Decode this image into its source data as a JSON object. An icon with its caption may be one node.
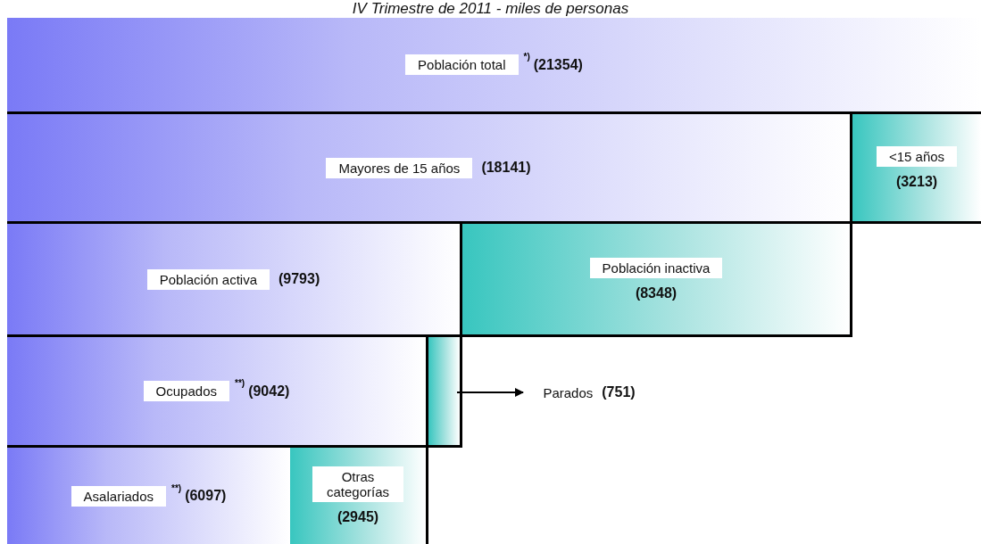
{
  "diagram": {
    "title": "IV Trimestre de 2011 - miles de personas",
    "nodes": [
      {
        "text": [
          "Población total",
          "*)",
          "(21354)"
        ]
      },
      {
        "text": [
          "Mayores de 15 años",
          "(18141)"
        ]
      },
      {
        "text": [
          "<15 años",
          "(3213)"
        ]
      },
      {
        "text": [
          "Población activa",
          "(9793)"
        ]
      },
      {
        "text": [
          "Población inactiva",
          "(8348)"
        ]
      },
      {
        "text": [
          "Ocupados",
          "**)",
          "(9042)"
        ]
      },
      {
        "text": [],
        "shape": "bar"
      },
      {
        "text": [
          "Parados",
          "(751)"
        ]
      },
      {
        "text": [
          "Asalariados",
          "**)",
          "(6097)"
        ]
      },
      {
        "text": [
          "Otras categorías",
          "(2945)"
        ]
      }
    ],
    "edges": [
      {
        "from": 6,
        "to": 7,
        "arrow": "to"
      }
    ]
  }
}
